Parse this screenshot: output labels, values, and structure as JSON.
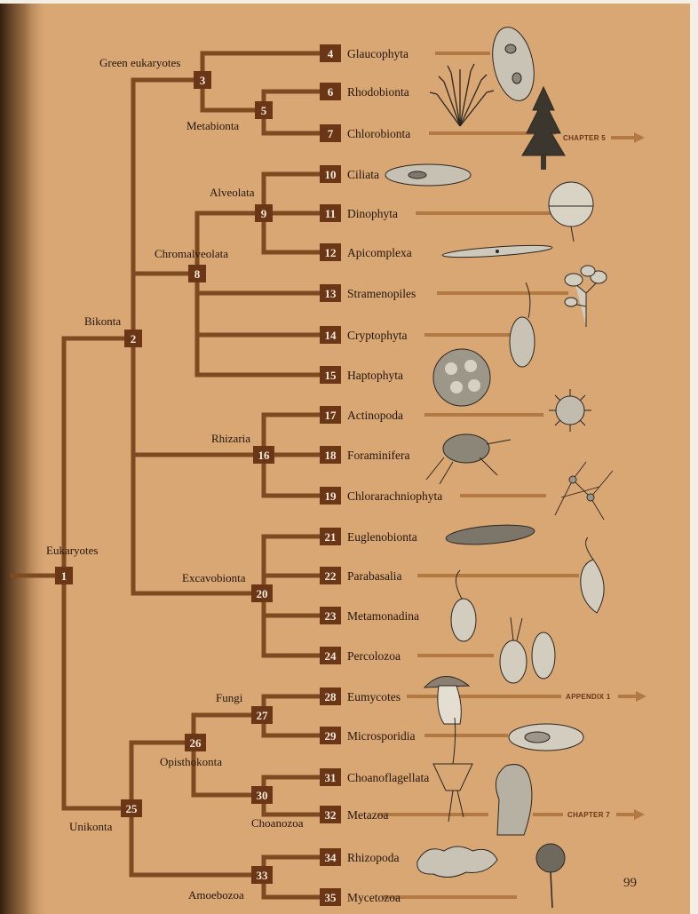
{
  "page_number": "99",
  "clades": {
    "eukaryotes": "Eukaryotes",
    "bikonta": "Bikonta",
    "unikonta": "Unikonta",
    "green_eukaryotes": "Green eukaryotes",
    "metabionta": "Metabionta",
    "chromalveolata": "Chromalveolata",
    "alveolata": "Alveolata",
    "rhizaria": "Rhizaria",
    "excavobionta": "Excavobionta",
    "fungi": "Fungi",
    "opisthokonta": "Opisthokonta",
    "choanozoa": "Choanozoa",
    "amoebozoa": "Amoebozoa"
  },
  "internal_nodes": {
    "n1": "1",
    "n2": "2",
    "n3": "3",
    "n5": "5",
    "n8": "8",
    "n9": "9",
    "n16": "16",
    "n20": "20",
    "n25": "25",
    "n26": "26",
    "n27": "27",
    "n30": "30",
    "n33": "33"
  },
  "taxa": [
    {
      "num": "4",
      "name": "Glaucophyta"
    },
    {
      "num": "6",
      "name": "Rhodobionta"
    },
    {
      "num": "7",
      "name": "Chlorobionta"
    },
    {
      "num": "10",
      "name": "Ciliata"
    },
    {
      "num": "11",
      "name": "Dinophyta"
    },
    {
      "num": "12",
      "name": "Apicomplexa"
    },
    {
      "num": "13",
      "name": "Stramenopiles"
    },
    {
      "num": "14",
      "name": "Cryptophyta"
    },
    {
      "num": "15",
      "name": "Haptophyta"
    },
    {
      "num": "17",
      "name": "Actinopoda"
    },
    {
      "num": "18",
      "name": "Foraminifera"
    },
    {
      "num": "19",
      "name": "Chlorarachniophyta"
    },
    {
      "num": "21",
      "name": "Euglenobionta"
    },
    {
      "num": "22",
      "name": "Parabasalia"
    },
    {
      "num": "23",
      "name": "Metamonadina"
    },
    {
      "num": "24",
      "name": "Percolozoa"
    },
    {
      "num": "28",
      "name": "Eumycotes"
    },
    {
      "num": "29",
      "name": "Microsporidia"
    },
    {
      "num": "31",
      "name": "Choanoflagellata"
    },
    {
      "num": "32",
      "name": "Metazoa"
    },
    {
      "num": "34",
      "name": "Rhizopoda"
    },
    {
      "num": "35",
      "name": "Mycetozoa"
    }
  ],
  "cross_references": {
    "chlorobionta": "CHAPTER 5",
    "eumycotes": "APPENDIX 1",
    "metazoa": "CHAPTER 7"
  },
  "colors": {
    "page": "#d9a774",
    "branch": "#7d4a22",
    "node_box": "#6a3616",
    "connector": "#b27a42",
    "text": "#24160a"
  },
  "illustration_icons": [
    "glaucophyte-cell-icon",
    "red-alga-icon",
    "conifer-tree-icon",
    "ciliate-icon",
    "dinoflagellate-icon",
    "apicomplexan-icon",
    "brown-seaweed-icon",
    "cryptomonad-icon",
    "coccolithophore-icon",
    "radiolarian-icon",
    "foraminiferan-icon",
    "chlorarachniophyte-icon",
    "euglena-icon",
    "parabasalid-icon",
    "metamonad-icon",
    "percolozoan-icon",
    "mushroom-icon",
    "microsporidian-icon",
    "choanoflagellate-icon",
    "sponge-icon",
    "amoeba-icon",
    "slime-mold-icon"
  ]
}
